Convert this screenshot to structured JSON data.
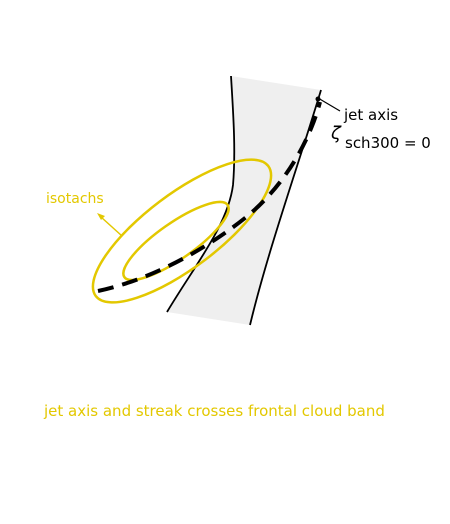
{
  "labels": {
    "jet_axis": "jet axis",
    "zeta_symbol": "ζ",
    "sch300": "sch300 = 0",
    "isotachs": "isotachs",
    "caption": "jet axis and streak crosses frontal cloud band"
  },
  "colors": {
    "isotach": "#e3c800",
    "cloud_band": "#efefef",
    "outline": "#000000",
    "jet_axis": "#000000",
    "caption": "#e3c800"
  }
}
